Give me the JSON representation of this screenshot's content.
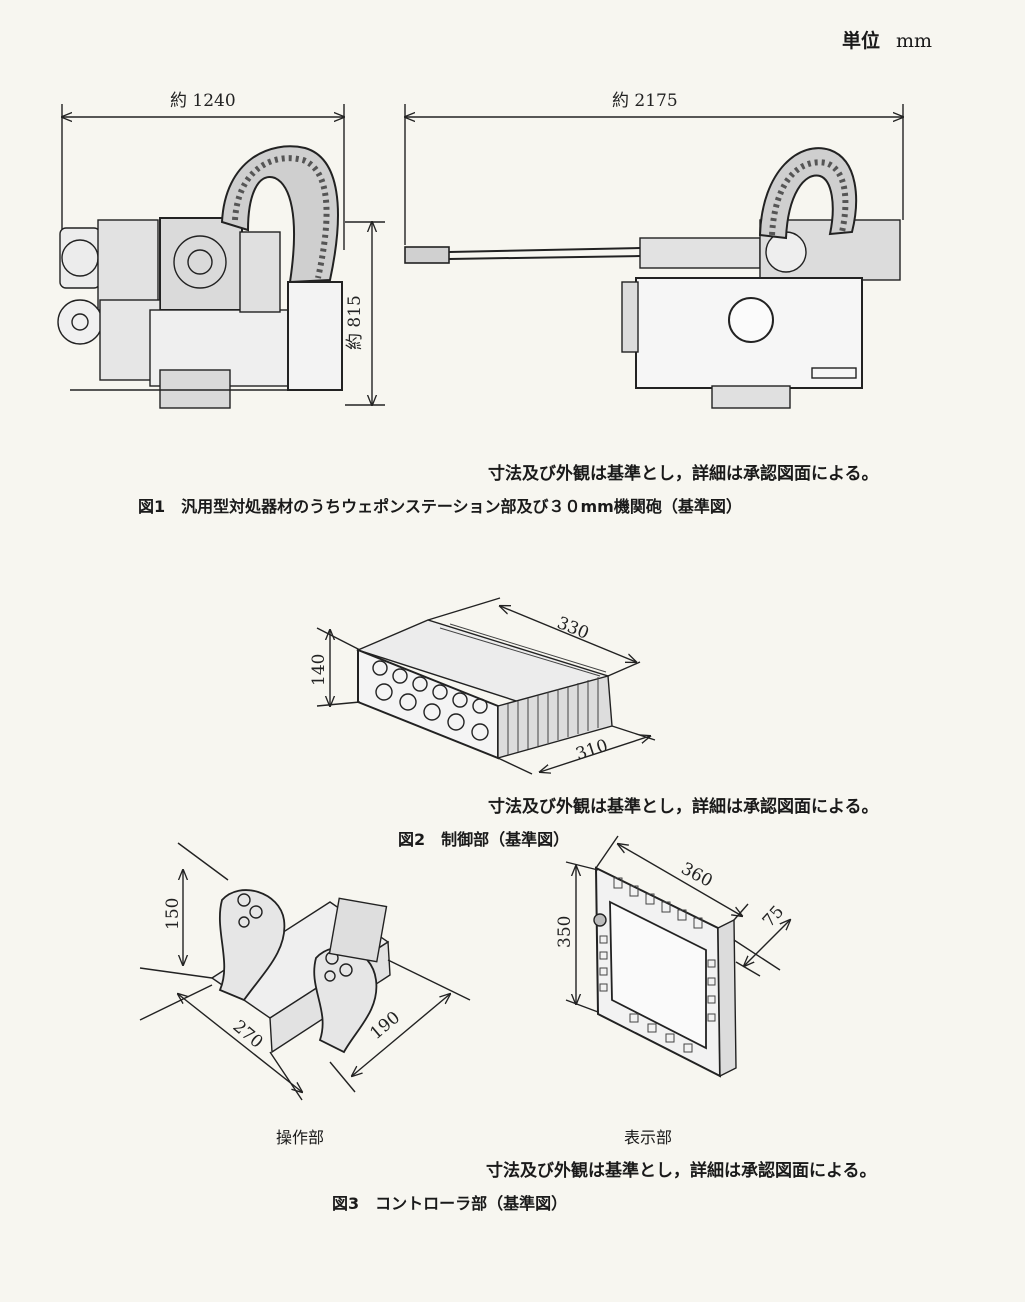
{
  "header": {
    "unit_label": "単位",
    "unit_value": "mm"
  },
  "figure1": {
    "dim_width_left": "約 1240",
    "dim_width_right": "約 2175",
    "dim_height": "約 815",
    "note": "寸法及び外観は基準とし，詳細は承認図面による。",
    "caption": "図1　汎用型対処器材のうちウェポンステーション部及び３０mm機関砲（基準図）"
  },
  "figure2": {
    "dim_length": "330",
    "dim_height": "140",
    "dim_depth": "310",
    "note": "寸法及び外観は基準とし，詳細は承認図面による。",
    "caption": "図2　制御部（基準図）"
  },
  "figure3": {
    "operation_unit": {
      "dim_height": "150",
      "dim_width": "270",
      "dim_depth": "190",
      "label": "操作部"
    },
    "display_unit": {
      "dim_width": "360",
      "dim_depth": "75",
      "dim_height": "350",
      "label": "表示部"
    },
    "note": "寸法及び外観は基準とし，詳細は承認図面による。",
    "caption": "図3　コントローラ部（基準図）"
  }
}
